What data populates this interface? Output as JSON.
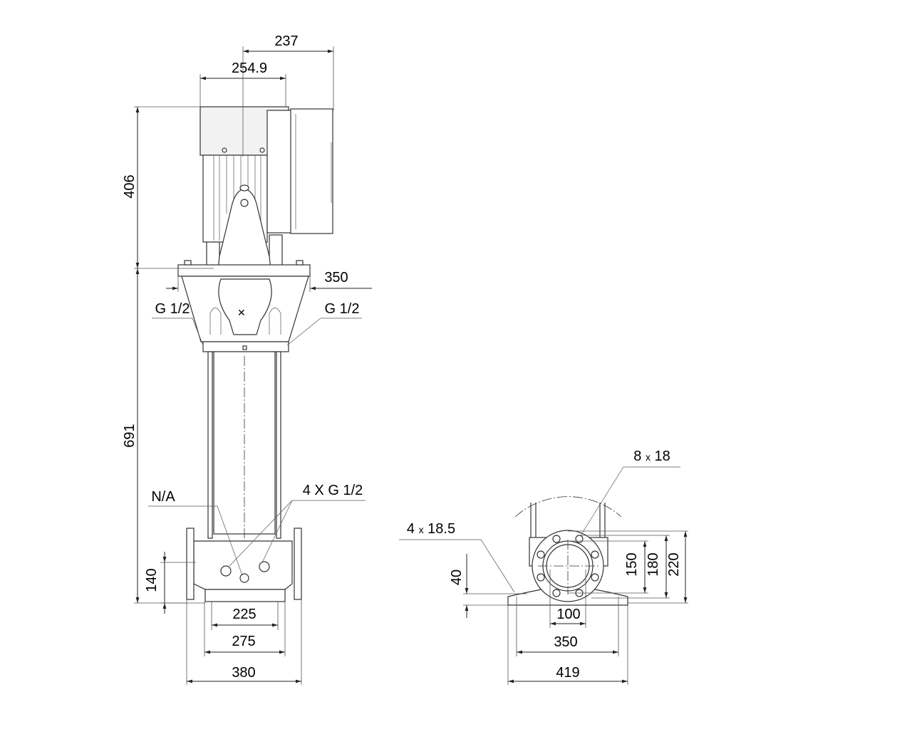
{
  "front_view": {
    "dims": {
      "terminal_box_offset": "237",
      "motor_width": "254.9",
      "motor_height": "406",
      "pump_height": "691",
      "flange_width": "350",
      "port_height": "140",
      "foot_inner": "225",
      "foot_outer": "275",
      "port_to_port": "380"
    },
    "callouts": {
      "vent_left": "G 1/2",
      "vent_right": "G 1/2",
      "drain": "N/A",
      "gauge_ports": "4 X G 1/2"
    }
  },
  "side_view": {
    "dims": {
      "base_height": "40",
      "flange_inner": "150",
      "bolt_circle": "180",
      "flange_outer": "220",
      "port_dn": "100",
      "foot_hole_spacing": "350",
      "foot_width": "419"
    },
    "callouts": {
      "flange_holes_count": "8",
      "flange_holes_size": "18",
      "foot_holes_count": "4",
      "foot_holes_size": "18.5",
      "times_sign": "x"
    }
  }
}
